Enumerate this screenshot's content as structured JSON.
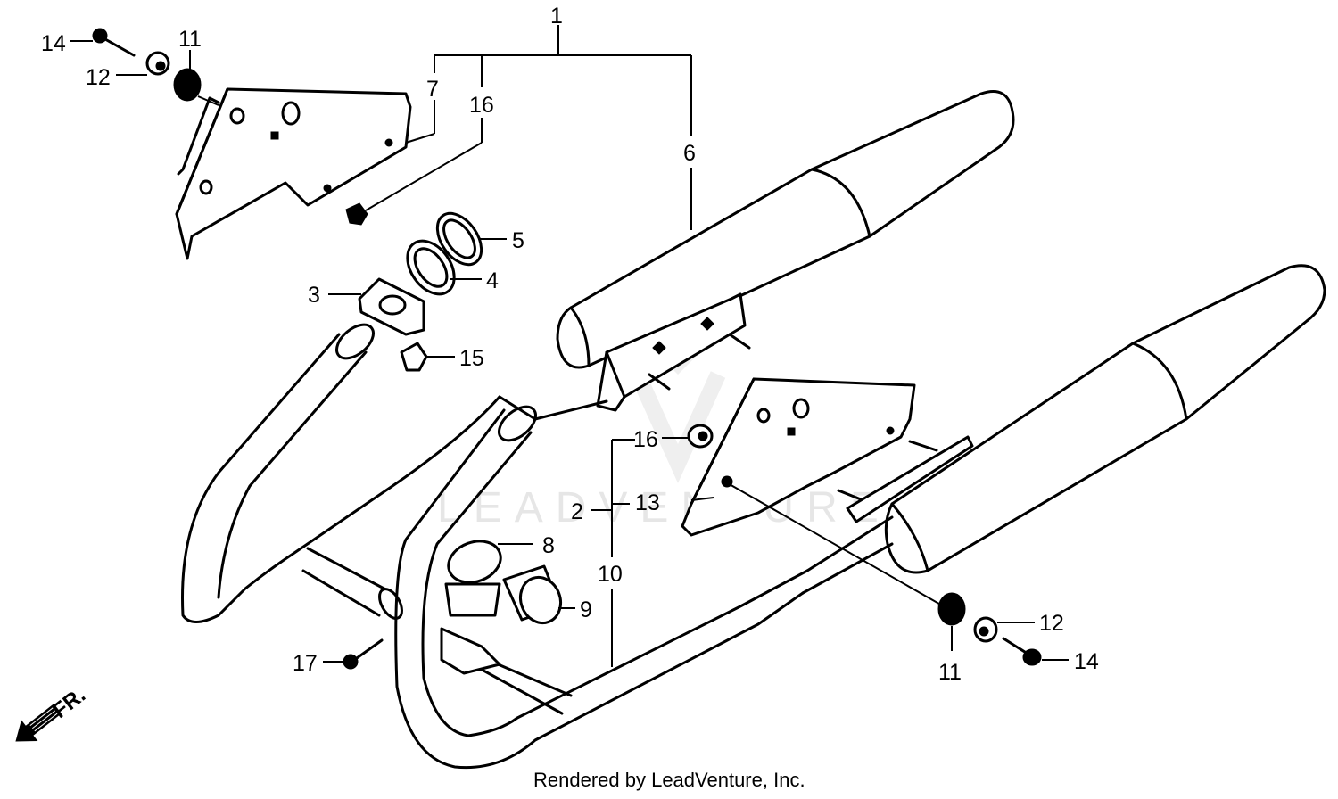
{
  "callouts": [
    {
      "id": "c1",
      "text": "1"
    },
    {
      "id": "c2",
      "text": "2"
    },
    {
      "id": "c3",
      "text": "3"
    },
    {
      "id": "c4",
      "text": "4"
    },
    {
      "id": "c5",
      "text": "5"
    },
    {
      "id": "c6",
      "text": "6"
    },
    {
      "id": "c7",
      "text": "7"
    },
    {
      "id": "c8",
      "text": "8"
    },
    {
      "id": "c9",
      "text": "9"
    },
    {
      "id": "c10",
      "text": "10"
    },
    {
      "id": "c11a",
      "text": "11"
    },
    {
      "id": "c11b",
      "text": "11"
    },
    {
      "id": "c12a",
      "text": "12"
    },
    {
      "id": "c12b",
      "text": "12"
    },
    {
      "id": "c13",
      "text": "13"
    },
    {
      "id": "c14a",
      "text": "14"
    },
    {
      "id": "c14b",
      "text": "14"
    },
    {
      "id": "c15",
      "text": "15"
    },
    {
      "id": "c16a",
      "text": "16"
    },
    {
      "id": "c16b",
      "text": "16"
    },
    {
      "id": "c17",
      "text": "17"
    }
  ],
  "direction_marker": "FR.",
  "watermark": "LEADVENTURE",
  "credit": "Rendered by LeadVenture, Inc."
}
